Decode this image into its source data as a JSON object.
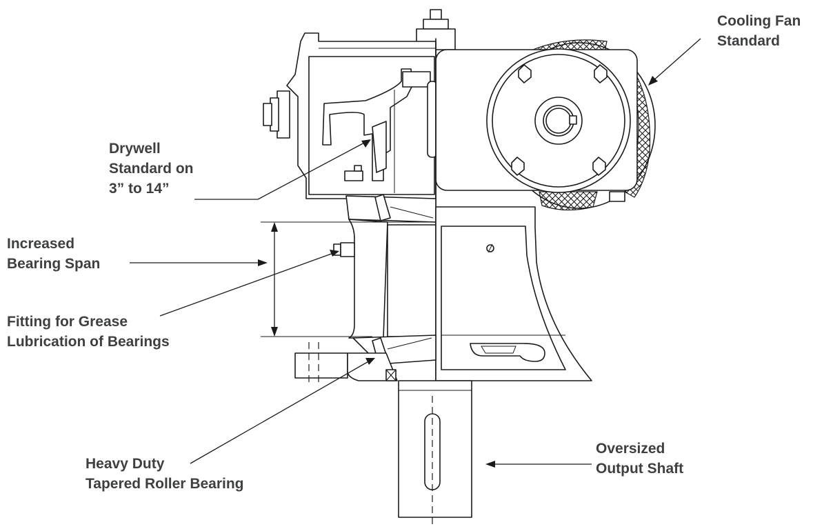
{
  "labels": {
    "cooling_fan": [
      "Cooling Fan",
      "Standard"
    ],
    "drywell": [
      "Drywell",
      "Standard on",
      "3” to 14”"
    ],
    "bearing_span": [
      "Increased",
      "Bearing Span"
    ],
    "grease_fitting": [
      "Fitting for Grease",
      "Lubrication of Bearings"
    ],
    "roller_bearing": [
      "Heavy Duty",
      "Tapered Roller Bearing"
    ],
    "output_shaft": [
      "Oversized",
      "Output Shaft"
    ]
  },
  "colors": {
    "text": "#3d3f41",
    "line": "#1a1a1a",
    "background": "#ffffff"
  }
}
